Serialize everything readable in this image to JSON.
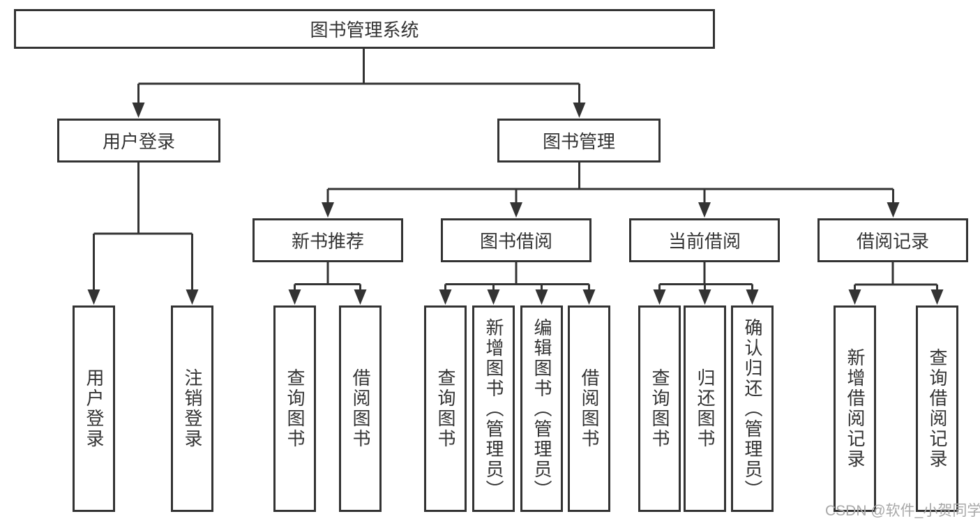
{
  "diagram": {
    "root": {
      "label": "图书管理系统"
    },
    "branches": [
      {
        "label": "用户登录",
        "children": [
          {
            "label": "用户登录"
          },
          {
            "label": "注销登录"
          }
        ]
      },
      {
        "label": "图书管理",
        "children": [
          {
            "label": "新书推荐",
            "children": [
              {
                "label": "查询图书"
              },
              {
                "label": "借阅图书"
              }
            ]
          },
          {
            "label": "图书借阅",
            "children": [
              {
                "label": "查询图书"
              },
              {
                "label": "新增图书（管理员）"
              },
              {
                "label": "编辑图书（管理员）"
              },
              {
                "label": "借阅图书"
              }
            ]
          },
          {
            "label": "当前借阅",
            "children": [
              {
                "label": "查询图书"
              },
              {
                "label": "归还图书"
              },
              {
                "label": "确认归还（管理员）"
              }
            ]
          },
          {
            "label": "借阅记录",
            "children": [
              {
                "label": "新增借阅记录"
              },
              {
                "label": "查询借阅记录"
              }
            ]
          }
        ]
      }
    ]
  },
  "watermark": {
    "text": "CSDN @软件_小贺同学"
  },
  "colors": {
    "line": "#333333",
    "text": "#333333",
    "watermark_text": "#a8a8a8",
    "background": "#ffffff"
  }
}
